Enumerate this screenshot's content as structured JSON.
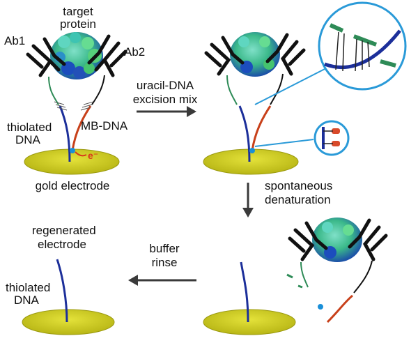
{
  "labels": {
    "target_protein_1": "target",
    "target_protein_2": "protein",
    "ab1": "Ab1",
    "ab2": "Ab2",
    "thiolated_1": "thiolated",
    "thiolated_2": "DNA",
    "mb_dna": "MB-DNA",
    "electron": "e⁻",
    "gold_electrode": "gold electrode",
    "uracil_1": "uracil-DNA",
    "uracil_2": "excision mix",
    "spontaneous_1": "spontaneous",
    "spontaneous_2": "denaturation",
    "buffer_1": "buffer",
    "buffer_2": "rinse",
    "regenerated_1": "regenerated",
    "regenerated_2": "electrode",
    "thiolated_b1": "thiolated",
    "thiolated_b2": "DNA"
  },
  "colors": {
    "gold": "#c9c81a",
    "gold_edge": "#9b9a0f",
    "dna_blue": "#1c2f9a",
    "dna_red": "#c8401a",
    "linker_green": "#2e8b57",
    "antibody": "#111111",
    "arrow": "#3a3a3a",
    "callout": "#2a9ad8",
    "electron": "#d83a1a"
  }
}
